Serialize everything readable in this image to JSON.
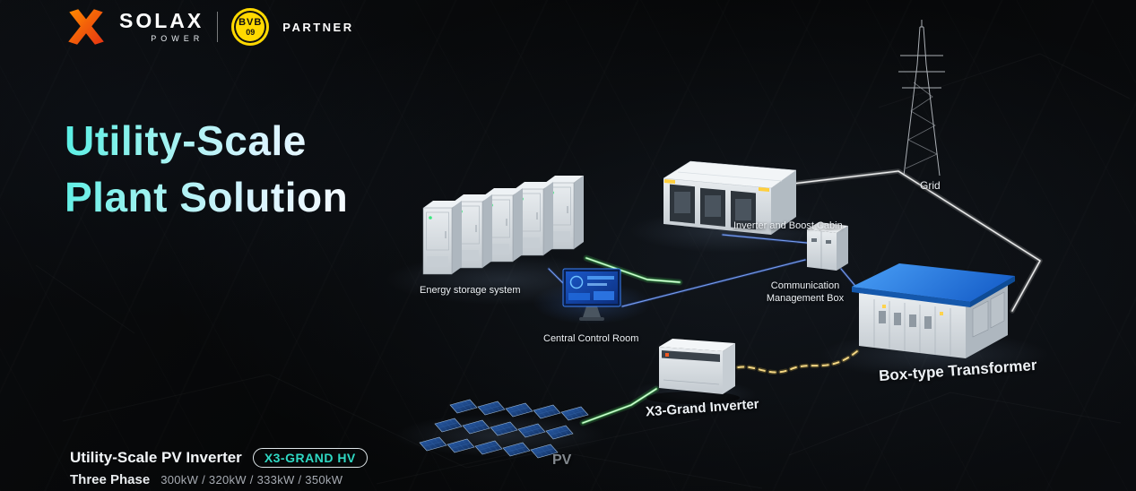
{
  "brand": {
    "name": "SOLAX",
    "subtitle": "POWER",
    "partner_badge": "PARTNER",
    "bvb_line1": "BVB",
    "bvb_line2": "09"
  },
  "hero": {
    "title_line1": "Utility-Scale",
    "title_line2": "Plant Solution"
  },
  "diagram": {
    "labels": {
      "energy_storage": "Energy storage system",
      "central_control_room": "Central Control Room",
      "inverter_boost_cabin": "Inverter and Boost Cabin",
      "communication_management_box": "Communication Management Box",
      "box_type_transformer": "Box-type Transformer",
      "x3_grand_inverter": "X3-Grand Inverter",
      "pv": "PV",
      "grid": "Grid"
    }
  },
  "footer": {
    "product_title": "Utility-Scale PV Inverter",
    "model_badge": "X3-GRAND HV",
    "phase_label": "Three Phase",
    "power_ratings": "300kW / 320kW / 333kW / 350kW"
  },
  "colors": {
    "accent_cyan": "#6ff0e9",
    "badge_teal": "#2fd9c4",
    "line_green": "#52e86b",
    "line_blue": "#4f8df7",
    "line_yellow": "#ffd34d",
    "roof_blue": "#2a7de0",
    "logo_orange": "#f4581f",
    "bvb_yellow": "#ffd900"
  }
}
